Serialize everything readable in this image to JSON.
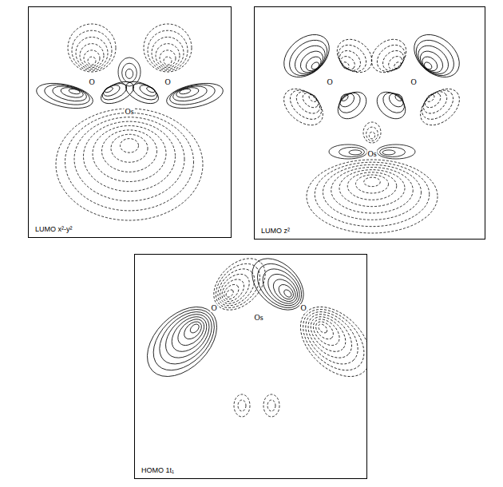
{
  "diagram": {
    "nodes": [
      {
        "text": [
          "LUMO x²-y²"
        ]
      },
      {
        "text": [
          "LUMO z²"
        ]
      },
      {
        "text": [
          "HOMO 1t₁"
        ]
      }
    ],
    "labels": [
      "O",
      "O",
      "Os",
      "O",
      "O",
      "Os",
      "O",
      "O",
      "Os"
    ]
  }
}
